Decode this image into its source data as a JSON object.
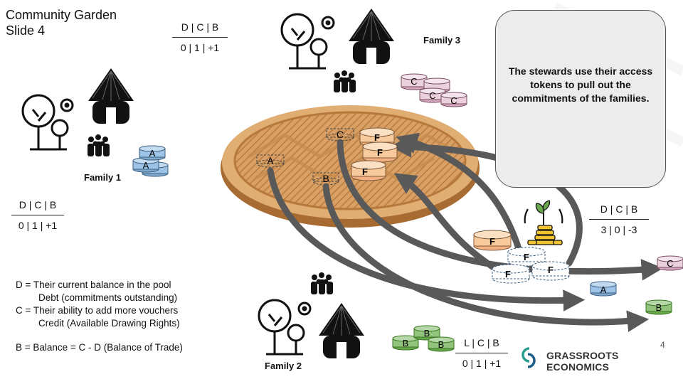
{
  "title": {
    "line1": "Community Garden",
    "line2": "Slide 4"
  },
  "families": {
    "f1": {
      "label": "Family 1",
      "token": "A",
      "fraction_top": "D | C | B",
      "fraction_bottom": "0  | 1 | +1"
    },
    "f2": {
      "label": "Family 2",
      "token": "B",
      "fraction_top": "L | C | B",
      "fraction_bottom": "0 | 1 | +1"
    },
    "f3": {
      "label": "Family 3",
      "token": "C",
      "fraction_top": "D | C | B",
      "fraction_bottom": "0  | 1 | +1"
    }
  },
  "pool": {
    "slot_labels": [
      "A",
      "B",
      "C"
    ],
    "pooled_token": "F",
    "fraction_top": "D | C | B",
    "fraction_bottom": "3  | 0 | -3"
  },
  "callout": {
    "text": "The stewards use their access tokens to pull out the commitments of the families."
  },
  "legend": {
    "d_line": "D = Their current balance in the pool",
    "d_sub": "Debt (commitments outstanding)",
    "c_line": "C = Their ability to add more vouchers",
    "c_sub": "Credit (Available Drawing Rights)",
    "b_line": "B  = Balance = C - D (Balance of Trade)"
  },
  "page_number": "4",
  "brand": {
    "name": "GRASSROOTS ECONOMICS"
  },
  "colors": {
    "token_a": "#9dc3e6",
    "token_b": "#93c47d",
    "token_c": "#ead1dc",
    "token_f": "#f9cb9c",
    "arrow": "#595959",
    "basket": "#d9a066",
    "brand_teal": "#2a9d8f"
  },
  "icons": [
    "tree-icon",
    "sun-icon",
    "hut-icon",
    "people-icon",
    "plant-coins-icon",
    "basket-icon",
    "brand-logo-icon"
  ]
}
